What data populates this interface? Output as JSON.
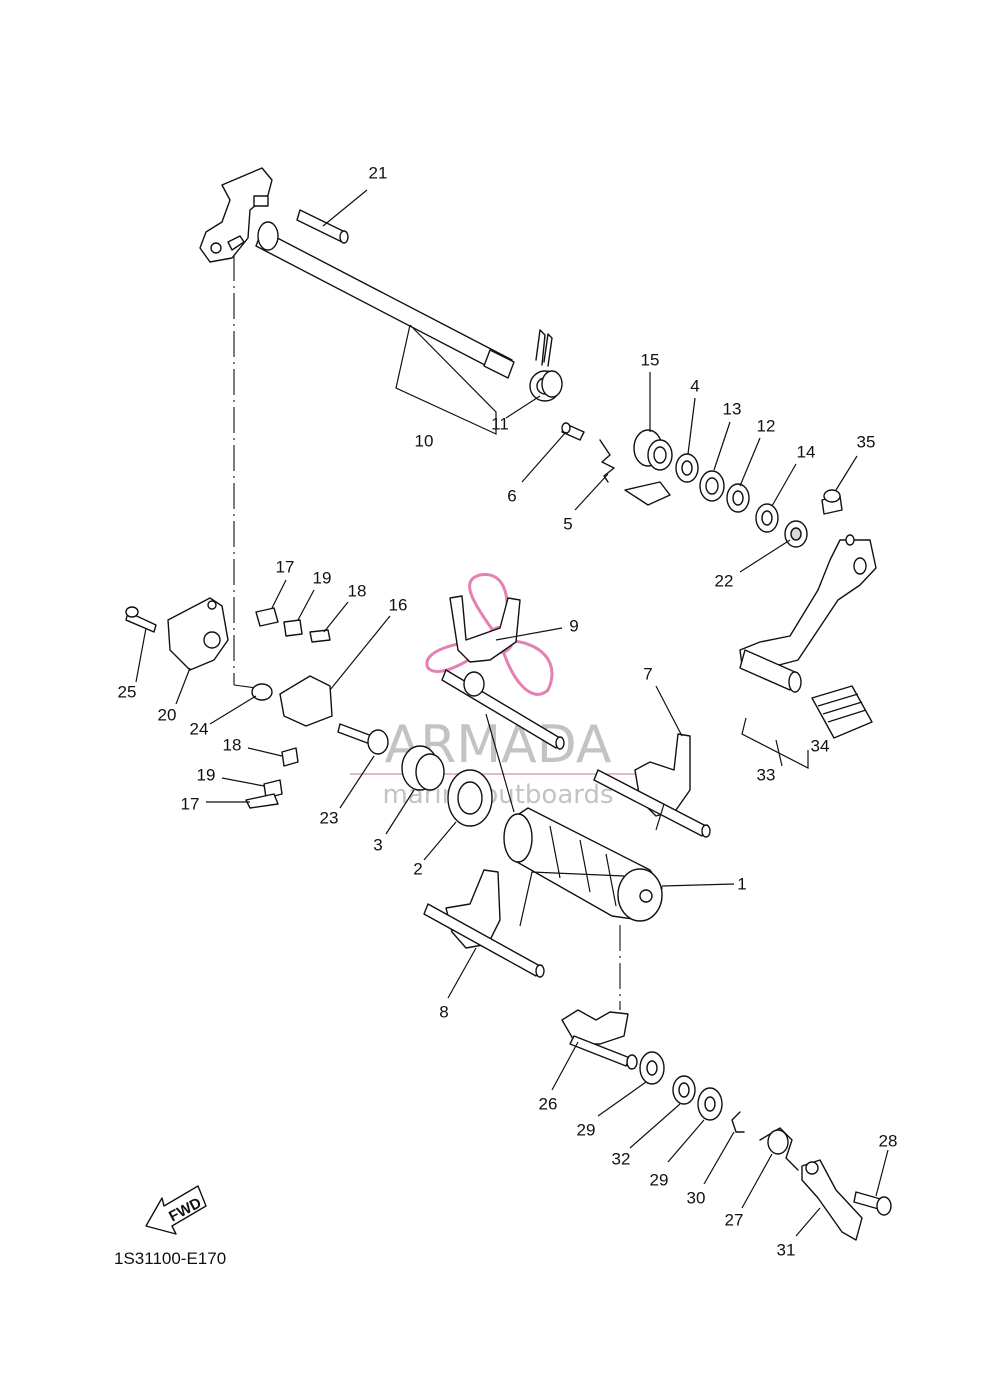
{
  "diagram_code": "1S31100-E170",
  "watermark": {
    "brand": "ARMADA",
    "tagline": "marine outboards",
    "logo_color": "#e06aa6"
  },
  "direction_marker": {
    "label": "FWD",
    "icon": "fwd-arrow-icon"
  },
  "callouts": [
    "21",
    "10",
    "11",
    "15",
    "4",
    "13",
    "12",
    "14",
    "35",
    "6",
    "5",
    "22",
    "17",
    "19",
    "18",
    "16",
    "9",
    "25",
    "20",
    "24",
    "7",
    "18",
    "19",
    "17",
    "23",
    "3",
    "2",
    "34",
    "33",
    "1",
    "8",
    "26",
    "29",
    "32",
    "29",
    "30",
    "28",
    "27",
    "31"
  ]
}
